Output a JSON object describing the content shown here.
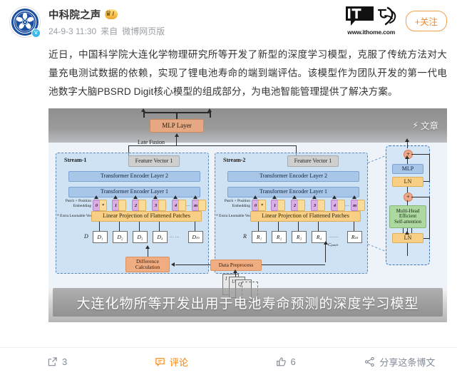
{
  "post": {
    "author": {
      "name": "中科院之声",
      "badge_crown": "♛",
      "badge_level": "I",
      "avatar_name": "cas-logo-avatar",
      "verified_mark": "V"
    },
    "timestamp": "24-9-3 11:30",
    "source_prefix": "来自",
    "source": "微博网页版",
    "text": "近日，中国科学院大连化学物理研究所等开发了新型的深度学习模型，克服了传统方法对大量充电测试数据的依赖，实现了锂电池寿命的端到端评估。该模型作为团队开发的第一代电池数字大脑PBSRD Digit核心模型的组成部分，为电池智能管理提供了解决方案。"
  },
  "brand": {
    "logo_it": "IT",
    "logo_zh": "之家",
    "url": "www.ithome.com",
    "follow_label": "+关注"
  },
  "media": {
    "watermark_icon": "⚡",
    "watermark_label": "文章",
    "caption": "大连化物所等开发出用于电池寿命预测的深度学习模型",
    "diagram": {
      "mlp_layer": "MLP Layer",
      "late_fusion": "Late Fusion",
      "stream1_label": "Stream-1",
      "stream2_label": "Stream-2",
      "feature_vector": "Feature Vector 1",
      "encoder_layer_2": "Transformer Encoder Layer 2",
      "encoder_layer_1": "Transformer Encoder Layer 1",
      "patch_pos_line1": "Patch + Position",
      "patch_pos_line2": "Embedding",
      "extra_learnable": "* Extra Learnable Vector",
      "linear_projection": "Linear Projection of Flattened Patches",
      "difference_calculation_line1": "Difference",
      "difference_calculation_line2": "Calculation",
      "data_preprocess": "Data Preprocess",
      "c_patch": "C",
      "c_patch_sub": "patch",
      "tokens": [
        "0",
        "1",
        "2",
        "3",
        "4",
        "…",
        "…",
        "m"
      ],
      "stream1_cells": [
        "D",
        "D₁",
        "D₂",
        "D₃",
        "D₄",
        "…",
        "…",
        "Dₘ"
      ],
      "stream2_cells": [
        "R",
        "R₁",
        "R₂",
        "R₃",
        "R₄",
        "…",
        "…",
        "Rₘ"
      ],
      "zoom_block": {
        "mlp": "MLP",
        "ln_top": "LN",
        "attention_l1": "Multi-Head",
        "attention_l2": "Efficient",
        "attention_l3": "Self-attention",
        "ln_bottom": "LN",
        "plus": "+"
      },
      "doc_labels": [
        "I",
        "U",
        "Q"
      ]
    }
  },
  "actions": [
    {
      "name": "repost",
      "icon": "repost-icon",
      "label": "3"
    },
    {
      "name": "comment",
      "icon": "comment-icon",
      "label": "评论"
    },
    {
      "name": "like",
      "icon": "like-icon",
      "label": "6"
    },
    {
      "name": "share",
      "icon": "share-icon",
      "label": "分享这条博文"
    }
  ],
  "colors": {
    "accent_orange": "#ff8200",
    "follow_orange": "#f0872a",
    "text_primary": "#333333",
    "text_muted": "#9aa0a8",
    "avatar_blue": "#1a4ea0"
  }
}
